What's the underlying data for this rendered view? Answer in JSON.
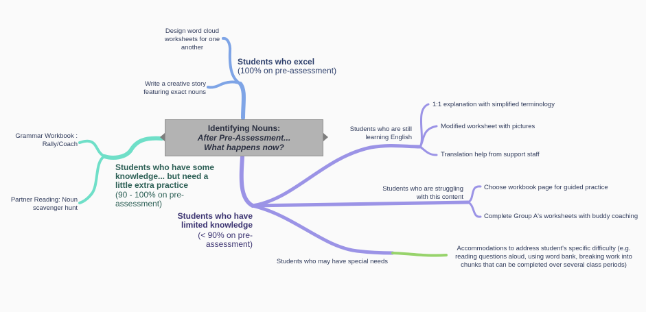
{
  "central": {
    "line1": "Identifying Nouns:",
    "line2": "After Pre-Assessment...",
    "line3": "What happens now?"
  },
  "excel": {
    "title": "Students who excel",
    "subtitle": "(100% on pre-assessment)",
    "leaves": [
      "Design word cloud worksheets for one another",
      "Write a creative story featuring exact nouns"
    ]
  },
  "some": {
    "title": "Students who have some knowledge... but need a little extra practice",
    "subtitle": "(90 - 100% on pre-assessment)",
    "leaves": [
      "Grammar Workbook : Rally/Coach",
      "Partner Reading: Noun scavenger hunt"
    ]
  },
  "limited": {
    "title": "Students who have limited knowledge",
    "subtitle": "(< 90% on pre-assessment)",
    "groups": [
      {
        "label": "Students who are still learning English",
        "leaves": [
          "1:1 explanation with simplified terminology",
          "Modified worksheet with pictures",
          "Translation help from support staff"
        ]
      },
      {
        "label": "Students who are struggling with this content",
        "leaves": [
          "Choose workbook page for guided practice",
          "Complete Group A's worksheets with buddy coaching"
        ]
      },
      {
        "label": "Students who may have special needs",
        "leaves": [
          "Accommodations to address student's specific difficulty (e.g. reading questions aloud, using word bank, breaking work into chunks that can be completed over several class periods)"
        ]
      }
    ]
  },
  "colors": {
    "blue": "#7ea4e6",
    "teal": "#6fdfc8",
    "purple": "#9b93e6",
    "green": "#97d36b",
    "central_bg": "#b3b3b3"
  }
}
